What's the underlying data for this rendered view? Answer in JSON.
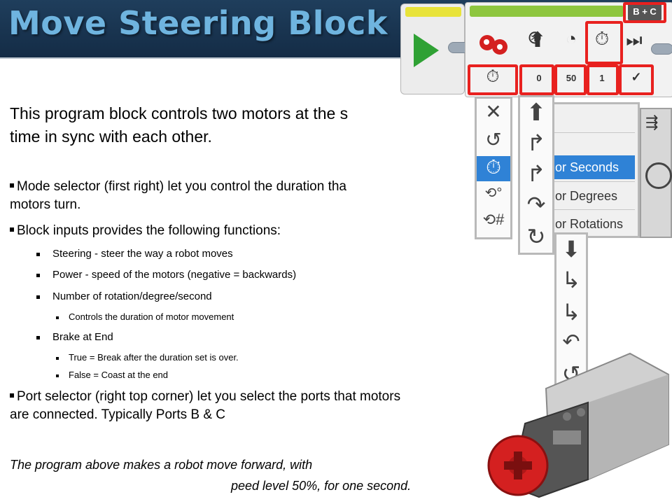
{
  "slide": {
    "title": "Move Steering Block",
    "intro_line1": "This program block controls two motors at the s",
    "intro_line2": "time in sync with each other.",
    "bullets": [
      {
        "line1": "Mode selector (first right) let you control the duration tha",
        "line2": "motors turn."
      },
      {
        "line1": "Block inputs provides the following functions:"
      }
    ],
    "sub_bullets": [
      "Steering - steer the way a robot moves",
      "Power - speed of the motors (negative = backwards)",
      "Number of rotation/degree/second",
      "Brake at End"
    ],
    "sub_sub_rotation": "Controls the duration of motor movement",
    "sub_sub_brake": [
      "True = Break after the duration set is over.",
      "False = Coast at the end"
    ],
    "port_bullet": {
      "line1": "Port selector (right top corner) let you select the ports that motors",
      "line2": "are connected. Typically Ports B & C"
    },
    "closing_line1": "The program above makes a robot move forward, with",
    "closing_line2": "peed level 50%, for one second."
  },
  "block": {
    "port_label": "B + C",
    "steering_value": "0",
    "power_value": "50",
    "seconds_value": "1",
    "brake_value": "✓",
    "header_icons": [
      "steering-wheel-icon",
      "arrow-up-icon",
      "speedometer-icon",
      "timer-icon",
      "skip-to-end-icon"
    ],
    "mode_options_icons": [
      "close-icon",
      "loop-icon",
      "timer-icon",
      "degrees-icon",
      "rotations-icon"
    ],
    "steering_options_icons": [
      "straight-arrow-icon",
      "slight-right-arrow-icon",
      "right-arrow-icon",
      "sharp-right-arrow-icon",
      "spin-right-icon"
    ],
    "lower_options_icons": [
      "down-arrow-icon",
      "slight-left-down-icon",
      "left-down-icon",
      "sharp-left-icon",
      "spin-left-icon"
    ],
    "mode_menu": [
      "or Seconds",
      "or Degrees",
      "or Rotations"
    ],
    "mode_menu_selected": 0
  },
  "colors": {
    "header_bg": "#1f3e5c",
    "title": "#6fb4df",
    "highlight": "#e8211f",
    "selection": "#2f82d6",
    "play": "#2fa134",
    "motor_red": "#d42020"
  }
}
